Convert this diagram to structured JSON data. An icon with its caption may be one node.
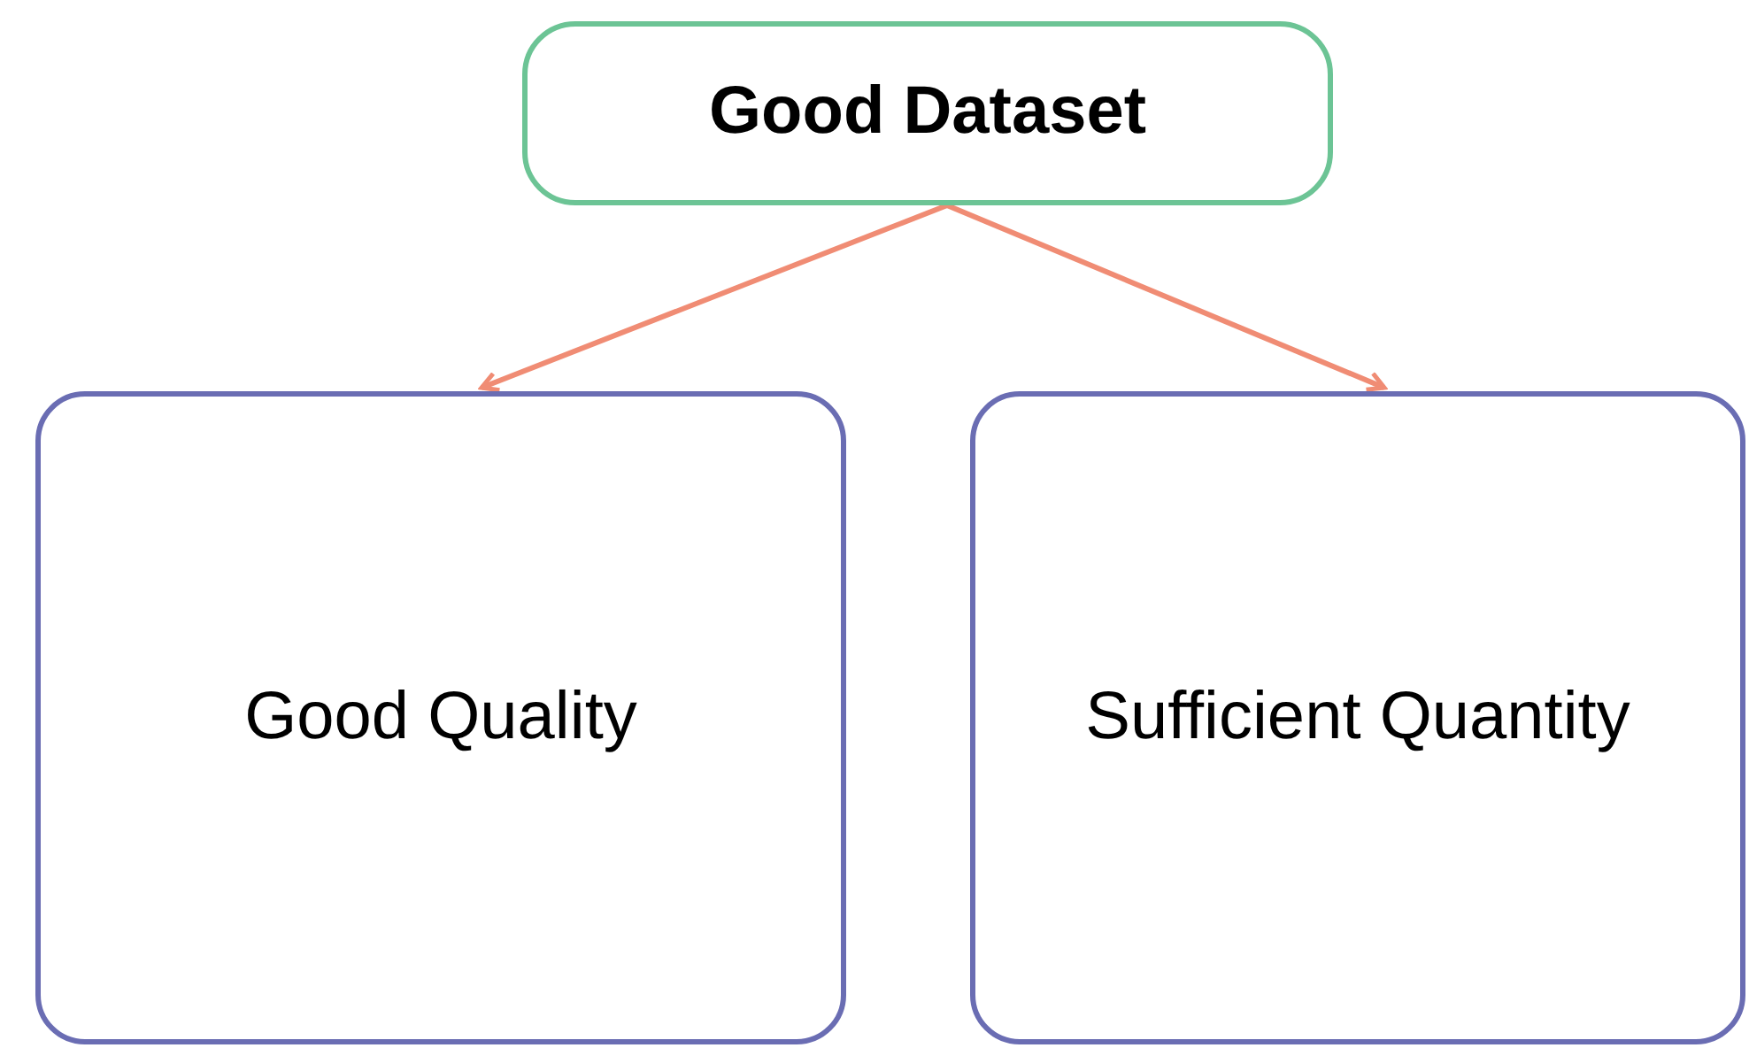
{
  "diagram": {
    "nodes": [
      {
        "text": [
          "Good Dataset"
        ]
      },
      {
        "text": [
          "Good Quality"
        ]
      },
      {
        "text": [
          "Sufficient Quantity"
        ]
      }
    ],
    "edges": [
      {
        "from": 0,
        "to": 1,
        "arrow": "to"
      },
      {
        "from": 0,
        "to": 2,
        "arrow": "to"
      }
    ]
  }
}
